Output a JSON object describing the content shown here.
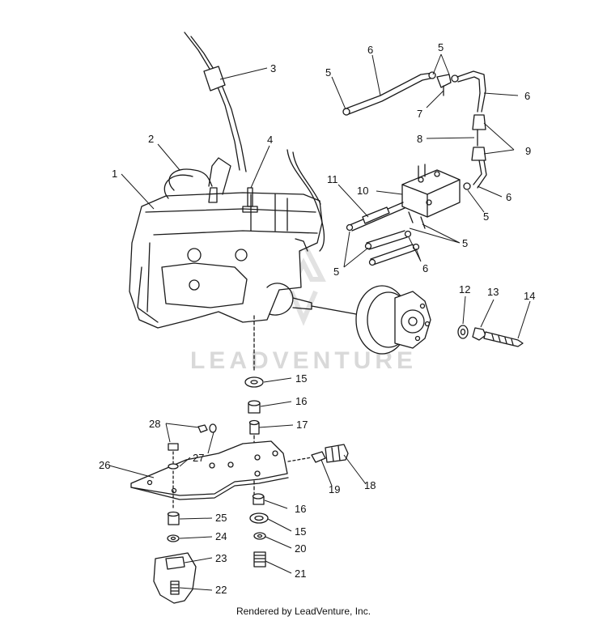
{
  "callouts": [
    {
      "id": "c1",
      "label": "1"
    },
    {
      "id": "c2",
      "label": "2"
    },
    {
      "id": "c3",
      "label": "3"
    },
    {
      "id": "c4",
      "label": "4"
    },
    {
      "id": "c5a",
      "label": "5"
    },
    {
      "id": "c5b",
      "label": "5"
    },
    {
      "id": "c6a",
      "label": "6"
    },
    {
      "id": "c6b",
      "label": "6"
    },
    {
      "id": "c7",
      "label": "7"
    },
    {
      "id": "c8",
      "label": "8"
    },
    {
      "id": "c9",
      "label": "9"
    },
    {
      "id": "c10",
      "label": "10"
    },
    {
      "id": "c6c",
      "label": "6"
    },
    {
      "id": "c5c",
      "label": "5"
    },
    {
      "id": "c11",
      "label": "11"
    },
    {
      "id": "c5d",
      "label": "5"
    },
    {
      "id": "c5e",
      "label": "5"
    },
    {
      "id": "c6d",
      "label": "6"
    },
    {
      "id": "c12",
      "label": "12"
    },
    {
      "id": "c13",
      "label": "13"
    },
    {
      "id": "c14",
      "label": "14"
    },
    {
      "id": "c15a",
      "label": "15"
    },
    {
      "id": "c16a",
      "label": "16"
    },
    {
      "id": "c17",
      "label": "17"
    },
    {
      "id": "c28",
      "label": "28"
    },
    {
      "id": "c27",
      "label": "27"
    },
    {
      "id": "c26",
      "label": "26"
    },
    {
      "id": "c18",
      "label": "18"
    },
    {
      "id": "c19",
      "label": "19"
    },
    {
      "id": "c16b",
      "label": "16"
    },
    {
      "id": "c25",
      "label": "25"
    },
    {
      "id": "c15b",
      "label": "15"
    },
    {
      "id": "c24",
      "label": "24"
    },
    {
      "id": "c20",
      "label": "20"
    },
    {
      "id": "c23",
      "label": "23"
    },
    {
      "id": "c21",
      "label": "21"
    },
    {
      "id": "c22",
      "label": "22"
    }
  ],
  "watermark": "LEADVENTURE",
  "footer": "Rendered by LeadVenture, Inc."
}
